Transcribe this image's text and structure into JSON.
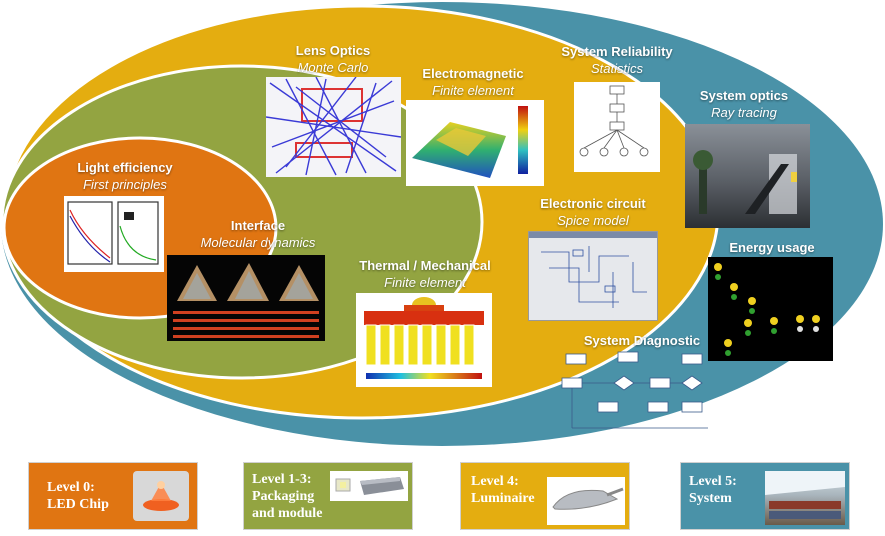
{
  "diagram": {
    "nodes": [
      {
        "id": "lens",
        "title": "Lens Optics",
        "method": "Monte Carlo"
      },
      {
        "id": "em",
        "title": "Electromagnetic",
        "method": "Finite element"
      },
      {
        "id": "rel",
        "title": "System Reliability",
        "method": "Statistics"
      },
      {
        "id": "sysopt",
        "title": "System optics",
        "method": "Ray tracing"
      },
      {
        "id": "light",
        "title": "Light efficiency",
        "method": "First principles"
      },
      {
        "id": "interface",
        "title": "Interface",
        "method": "Molecular dynamics"
      },
      {
        "id": "circuit",
        "title": "Electronic circuit",
        "method": "Spice model"
      },
      {
        "id": "energy",
        "title": "Energy usage"
      },
      {
        "id": "thermal",
        "title": "Thermal / Mechanical",
        "method": "Finite element"
      },
      {
        "id": "diag",
        "title": "System Diagnostic"
      }
    ],
    "legend": [
      {
        "line1": "Level 0:",
        "line2": "LED Chip",
        "color": "#e07512"
      },
      {
        "line1": "Level 1-3:",
        "line2": "Packaging",
        "line3": "and module",
        "color": "#93a441"
      },
      {
        "line1": "Level 4:",
        "line2": "Luminaire",
        "color": "#e4ad10"
      },
      {
        "line1": "Level 5:",
        "line2": "System",
        "color": "#4a92a8"
      }
    ],
    "colors": {
      "level5": "#4a92a8",
      "level4": "#e4ad10",
      "level1_3": "#93a441",
      "level0": "#e07512"
    }
  }
}
